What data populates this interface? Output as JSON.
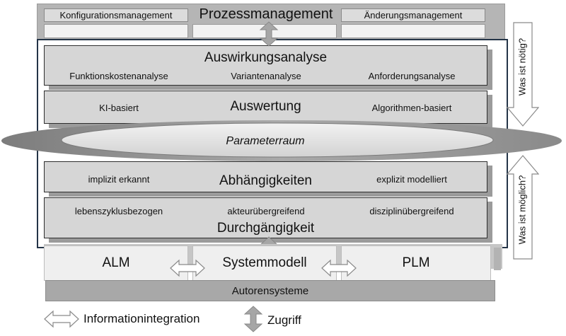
{
  "process_bar": {
    "left_tag": "Konfigurationsmanagement",
    "title": "Prozessmanagement",
    "right_tag": "Änderungsmanagement"
  },
  "layers": {
    "impact": {
      "title": "Auswirkungsanalyse",
      "left": "Funktionskostenanalyse",
      "center": "Variantenanalyse",
      "right": "Anforderungsanalyse"
    },
    "evaluation": {
      "title": "Auswertung",
      "left": "KI-basiert",
      "right": "Algorithmen-basiert"
    },
    "parameter_space": "Parameterraum",
    "dependencies": {
      "title": "Abhängigkeiten",
      "left": "implizit erkannt",
      "right": "explizit modelliert"
    },
    "continuity": {
      "title": "Durchgängigkeit",
      "left": "lebenszyklusbezogen",
      "center": "akteurübergreifend",
      "right": "disziplinübergreifend"
    }
  },
  "tools": {
    "alm": "ALM",
    "system_model": "Systemmodell",
    "plm": "PLM",
    "authoring": "Autorensysteme"
  },
  "side_arrows": {
    "top": "Was ist nötig?",
    "bottom": "Was ist möglich?"
  },
  "legend": {
    "integration": "Informationintegration",
    "access": "Zugriff"
  },
  "colors": {
    "bar_fill": "#d6d6d6",
    "frame_border": "#243447",
    "ellipse_dark": "#8e8e8e",
    "ellipse_light": "#e6e6e6"
  }
}
